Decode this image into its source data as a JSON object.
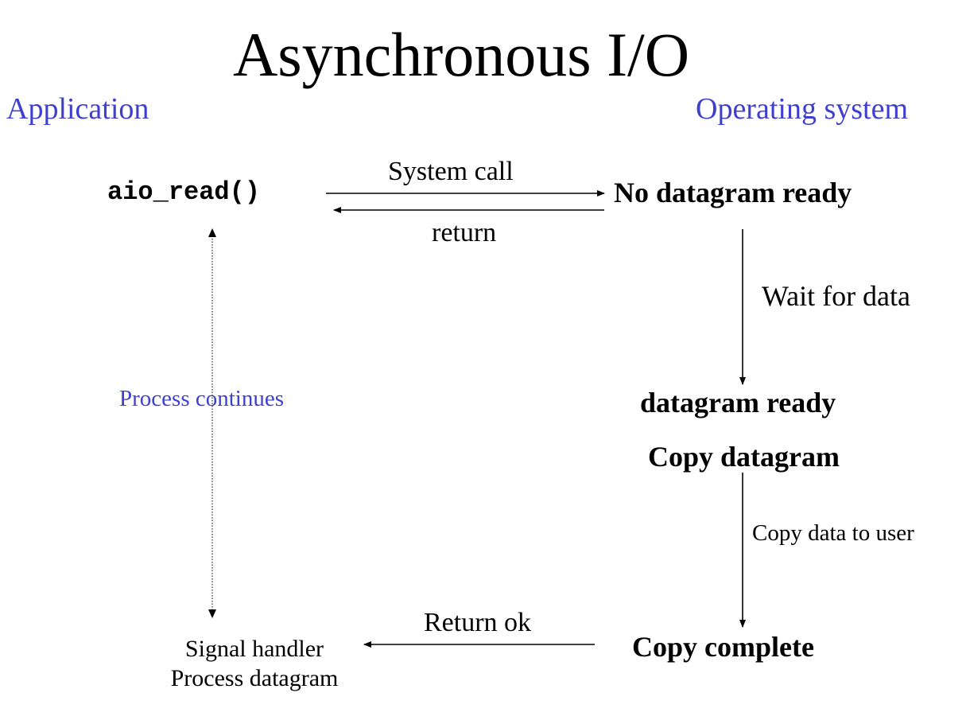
{
  "title": "Asynchronous I/O",
  "columns": {
    "application": "Application",
    "operating_system": "Operating system"
  },
  "application": {
    "call": "aio_read()",
    "continues": "Process continues",
    "handler_line1": "Signal handler",
    "handler_line2": "Process datagram"
  },
  "os_states": {
    "no_datagram": "No datagram ready",
    "datagram_ready": "datagram ready",
    "copy_datagram": "Copy datagram",
    "copy_complete": "Copy complete"
  },
  "edges": {
    "system_call": "System call",
    "return": "return",
    "wait_for_data": "Wait for data",
    "copy_to_user": "Copy data to user",
    "return_ok": "Return ok"
  },
  "colors": {
    "header": "#3f3fcf",
    "text": "#000000"
  }
}
